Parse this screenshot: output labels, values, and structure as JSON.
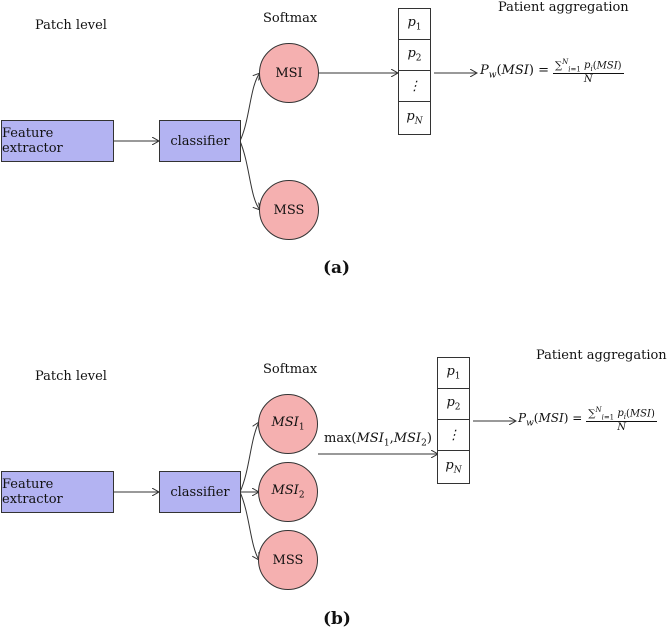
{
  "panel_a": {
    "label": "(a)",
    "patch_level": "Patch level",
    "softmax": "Softmax",
    "patient_aggregation": "Patient aggregation",
    "feature_extractor": "Feature extractor",
    "classifier": "classifier",
    "nodes": [
      "MSI",
      "MSS"
    ],
    "cells": [
      "p1",
      "p2",
      "⋮",
      "pN"
    ],
    "formula": {
      "lhs": "P_w(MSI) =",
      "numerator": "∑_{i=1}^{N} p_i(MSI)",
      "denominator": "N"
    }
  },
  "panel_b": {
    "label": "(b)",
    "patch_level": "Patch level",
    "softmax": "Softmax",
    "patient_aggregation": "Patient aggregation",
    "feature_extractor": "Feature extractor",
    "classifier": "classifier",
    "nodes": [
      "MSI1",
      "MSI2",
      "MSS"
    ],
    "max_label": "max(MSI1,MSI2)",
    "cells": [
      "p1",
      "p2",
      "⋮",
      "pN"
    ],
    "formula": {
      "lhs": "P_w(MSI) =",
      "numerator": "∑_{i=1}^{N} p_i(MSI)",
      "denominator": "N"
    }
  },
  "colors": {
    "box_fill": "#b3b3f2",
    "node_fill": "#f5b0b0",
    "stroke": "#333333"
  }
}
